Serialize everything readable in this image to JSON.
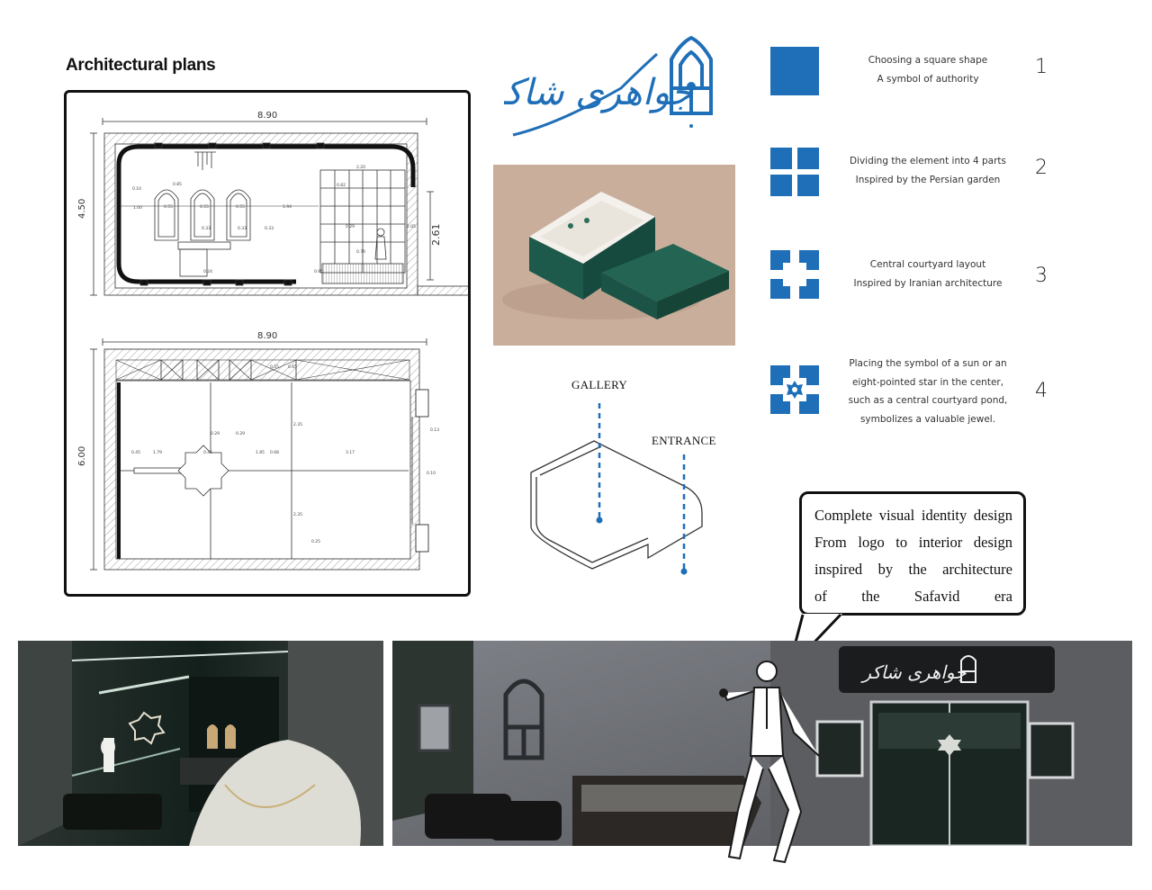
{
  "heading": "Architectural plans",
  "plans": {
    "elevation": {
      "width_dim": "8.90",
      "height_dim": "4.50",
      "side_dim": "2.61",
      "small_dims": [
        "0.10",
        "1.00",
        "0.85",
        "0.55",
        "0.55",
        "0.33",
        "0.55",
        "0.33",
        "0.33",
        "1.94",
        "2.20",
        "0.82",
        "0.29",
        "2.05",
        "0.70",
        "0.95",
        "0.24"
      ]
    },
    "floor": {
      "width_dim": "8.90",
      "height_dim": "6.00",
      "small_dims": [
        "0.45",
        "1.79",
        "0.29",
        "0.29",
        "0.45",
        "1.85",
        "0.68",
        "3.17",
        "2.35",
        "2.35",
        "0.25",
        "0.13",
        "0.10",
        "0.55",
        "0.65"
      ]
    }
  },
  "logo": {
    "text": "جواهری شاکر"
  },
  "axon": {
    "gallery_label": "GALLERY",
    "entrance_label": "ENTRANCE"
  },
  "concepts": [
    {
      "number": "1",
      "lines": [
        "Choosing a square shape",
        "A symbol of authority"
      ],
      "icon": "solid-square-icon"
    },
    {
      "number": "2",
      "lines": [
        "Dividing the element into 4 parts",
        "Inspired by the Persian garden"
      ],
      "icon": "four-squares-icon"
    },
    {
      "number": "3",
      "lines": [
        "Central courtyard layout",
        "Inspired by Iranian architecture"
      ],
      "icon": "courtyard-icon"
    },
    {
      "number": "4",
      "lines": [
        "Placing the symbol of a sun or an",
        "eight-pointed star in the center,",
        "such as a central courtyard pond,",
        "symbolizes a valuable jewel."
      ],
      "icon": "star-courtyard-icon"
    }
  ],
  "bubble": {
    "lines": [
      "Complete visual identity design",
      "From logo to interior design",
      "inspired by the architecture",
      "of the Safavid era"
    ]
  },
  "signage": {
    "text": "جواهری شاکر"
  },
  "colors": {
    "brand_blue": "#1f6fb8",
    "box_green": "#1e5a4c",
    "box_bg": "#c9ae9c",
    "text_dark": "#111111"
  }
}
